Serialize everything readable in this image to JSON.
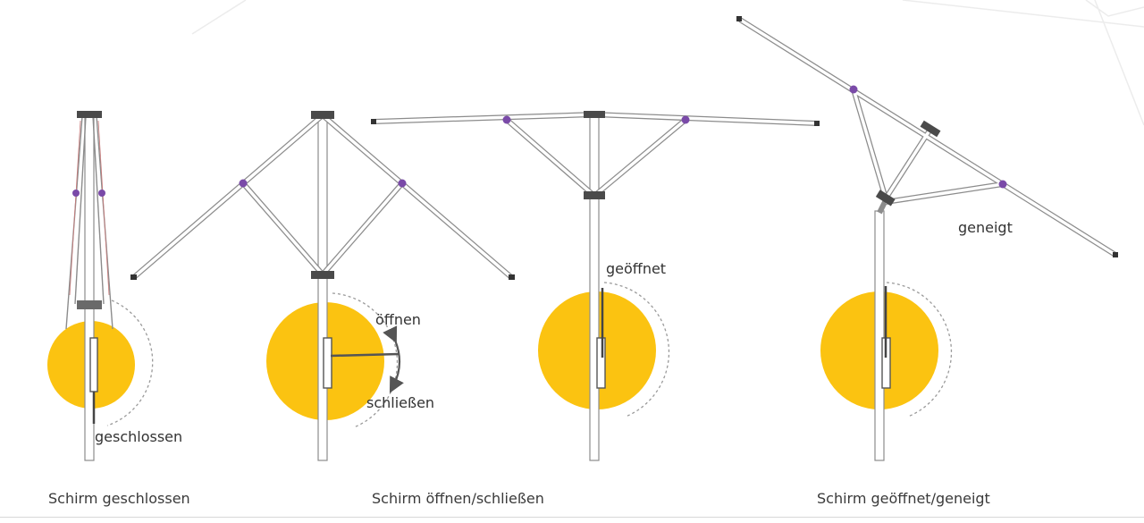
{
  "colors": {
    "dial": "#fbc311",
    "frame": "#8c8c8c",
    "joint": "#7a4aa8",
    "accent_rib": "#c97a7a"
  },
  "panels": [
    {
      "label": "geschlossen",
      "caption": "Schirm geschlossen"
    },
    {
      "label_top": "öffnen",
      "label_bottom": "schließen",
      "caption": "Schirm öffnen/schließen"
    },
    {
      "label": "geöffnet"
    },
    {
      "label": "geneigt",
      "caption": "Schirm geöffnet/geneigt"
    }
  ]
}
